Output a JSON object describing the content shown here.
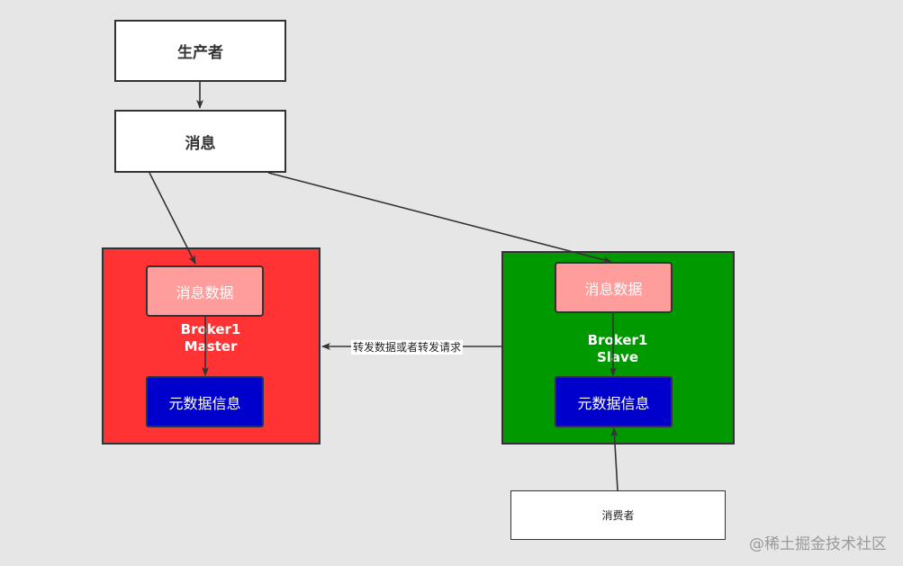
{
  "nodes": {
    "producer": "生产者",
    "message": "消息",
    "master_msg_data": "消息数据",
    "master_meta": "元数据信息",
    "slave_msg_data": "消息数据",
    "slave_meta": "元数据信息",
    "consumer": "消费者"
  },
  "brokers": {
    "master": {
      "name": "Broker1",
      "role": "Master",
      "color": "#ff3333"
    },
    "slave": {
      "name": "Broker1",
      "role": "Slave",
      "color": "#009900"
    }
  },
  "edges": {
    "forward_label": "转发数据或者转发请求"
  },
  "watermark": "@稀土掘金技术社区"
}
